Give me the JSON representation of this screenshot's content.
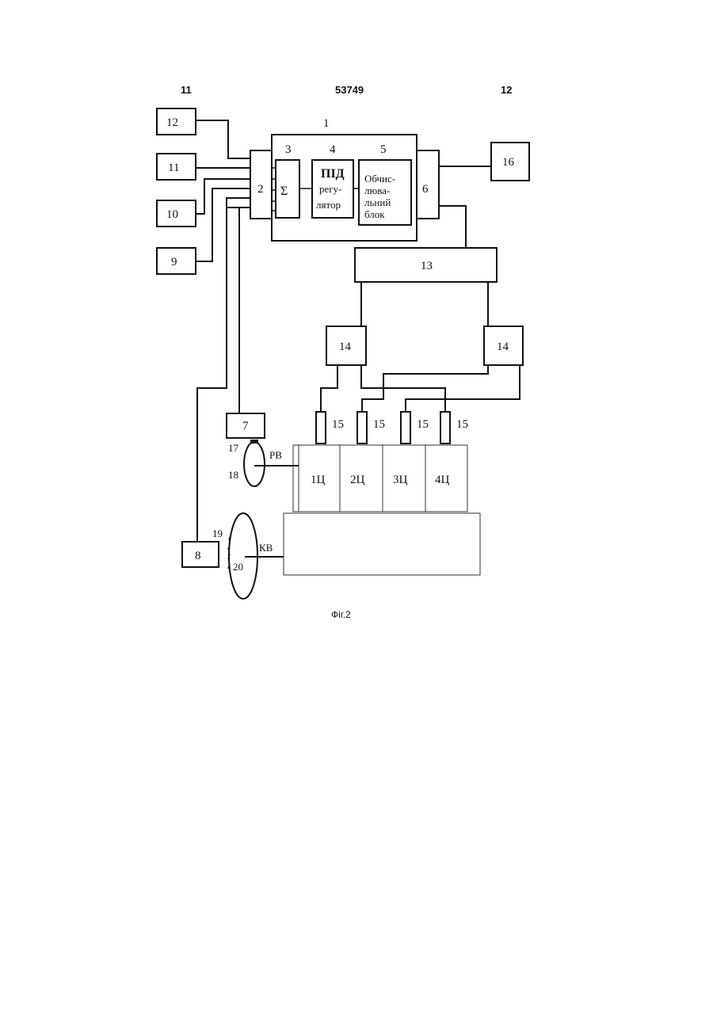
{
  "header": {
    "left": "11",
    "center": "53749",
    "right": "12"
  },
  "blocks": {
    "b1": "1",
    "b2": "2",
    "b3": "3",
    "b4": "4",
    "b5": "5",
    "b6": "6",
    "b7": "7",
    "b8": "8",
    "b9": "9",
    "b10": "10",
    "b11": "11",
    "b12": "12",
    "b13": "13",
    "b14a": "14",
    "b14b": "14",
    "b16": "16"
  },
  "sigma": "Σ",
  "pid": {
    "line1": "ПІД",
    "line2": "регу-",
    "line3": "лятор"
  },
  "calc": {
    "line1": "Обчис-",
    "line2": "люва-",
    "line3": "льний",
    "line4": "блок"
  },
  "injectors": [
    "15",
    "15",
    "15",
    "15"
  ],
  "cylinders": [
    "1Ц",
    "2Ц",
    "3Ц",
    "4Ц"
  ],
  "wheel_cam": {
    "n17": "17",
    "n18": "18",
    "shaft": "РВ"
  },
  "wheel_crank": {
    "n19": "19",
    "n20": "20",
    "shaft": "КВ"
  },
  "caption": "Фіг.2"
}
